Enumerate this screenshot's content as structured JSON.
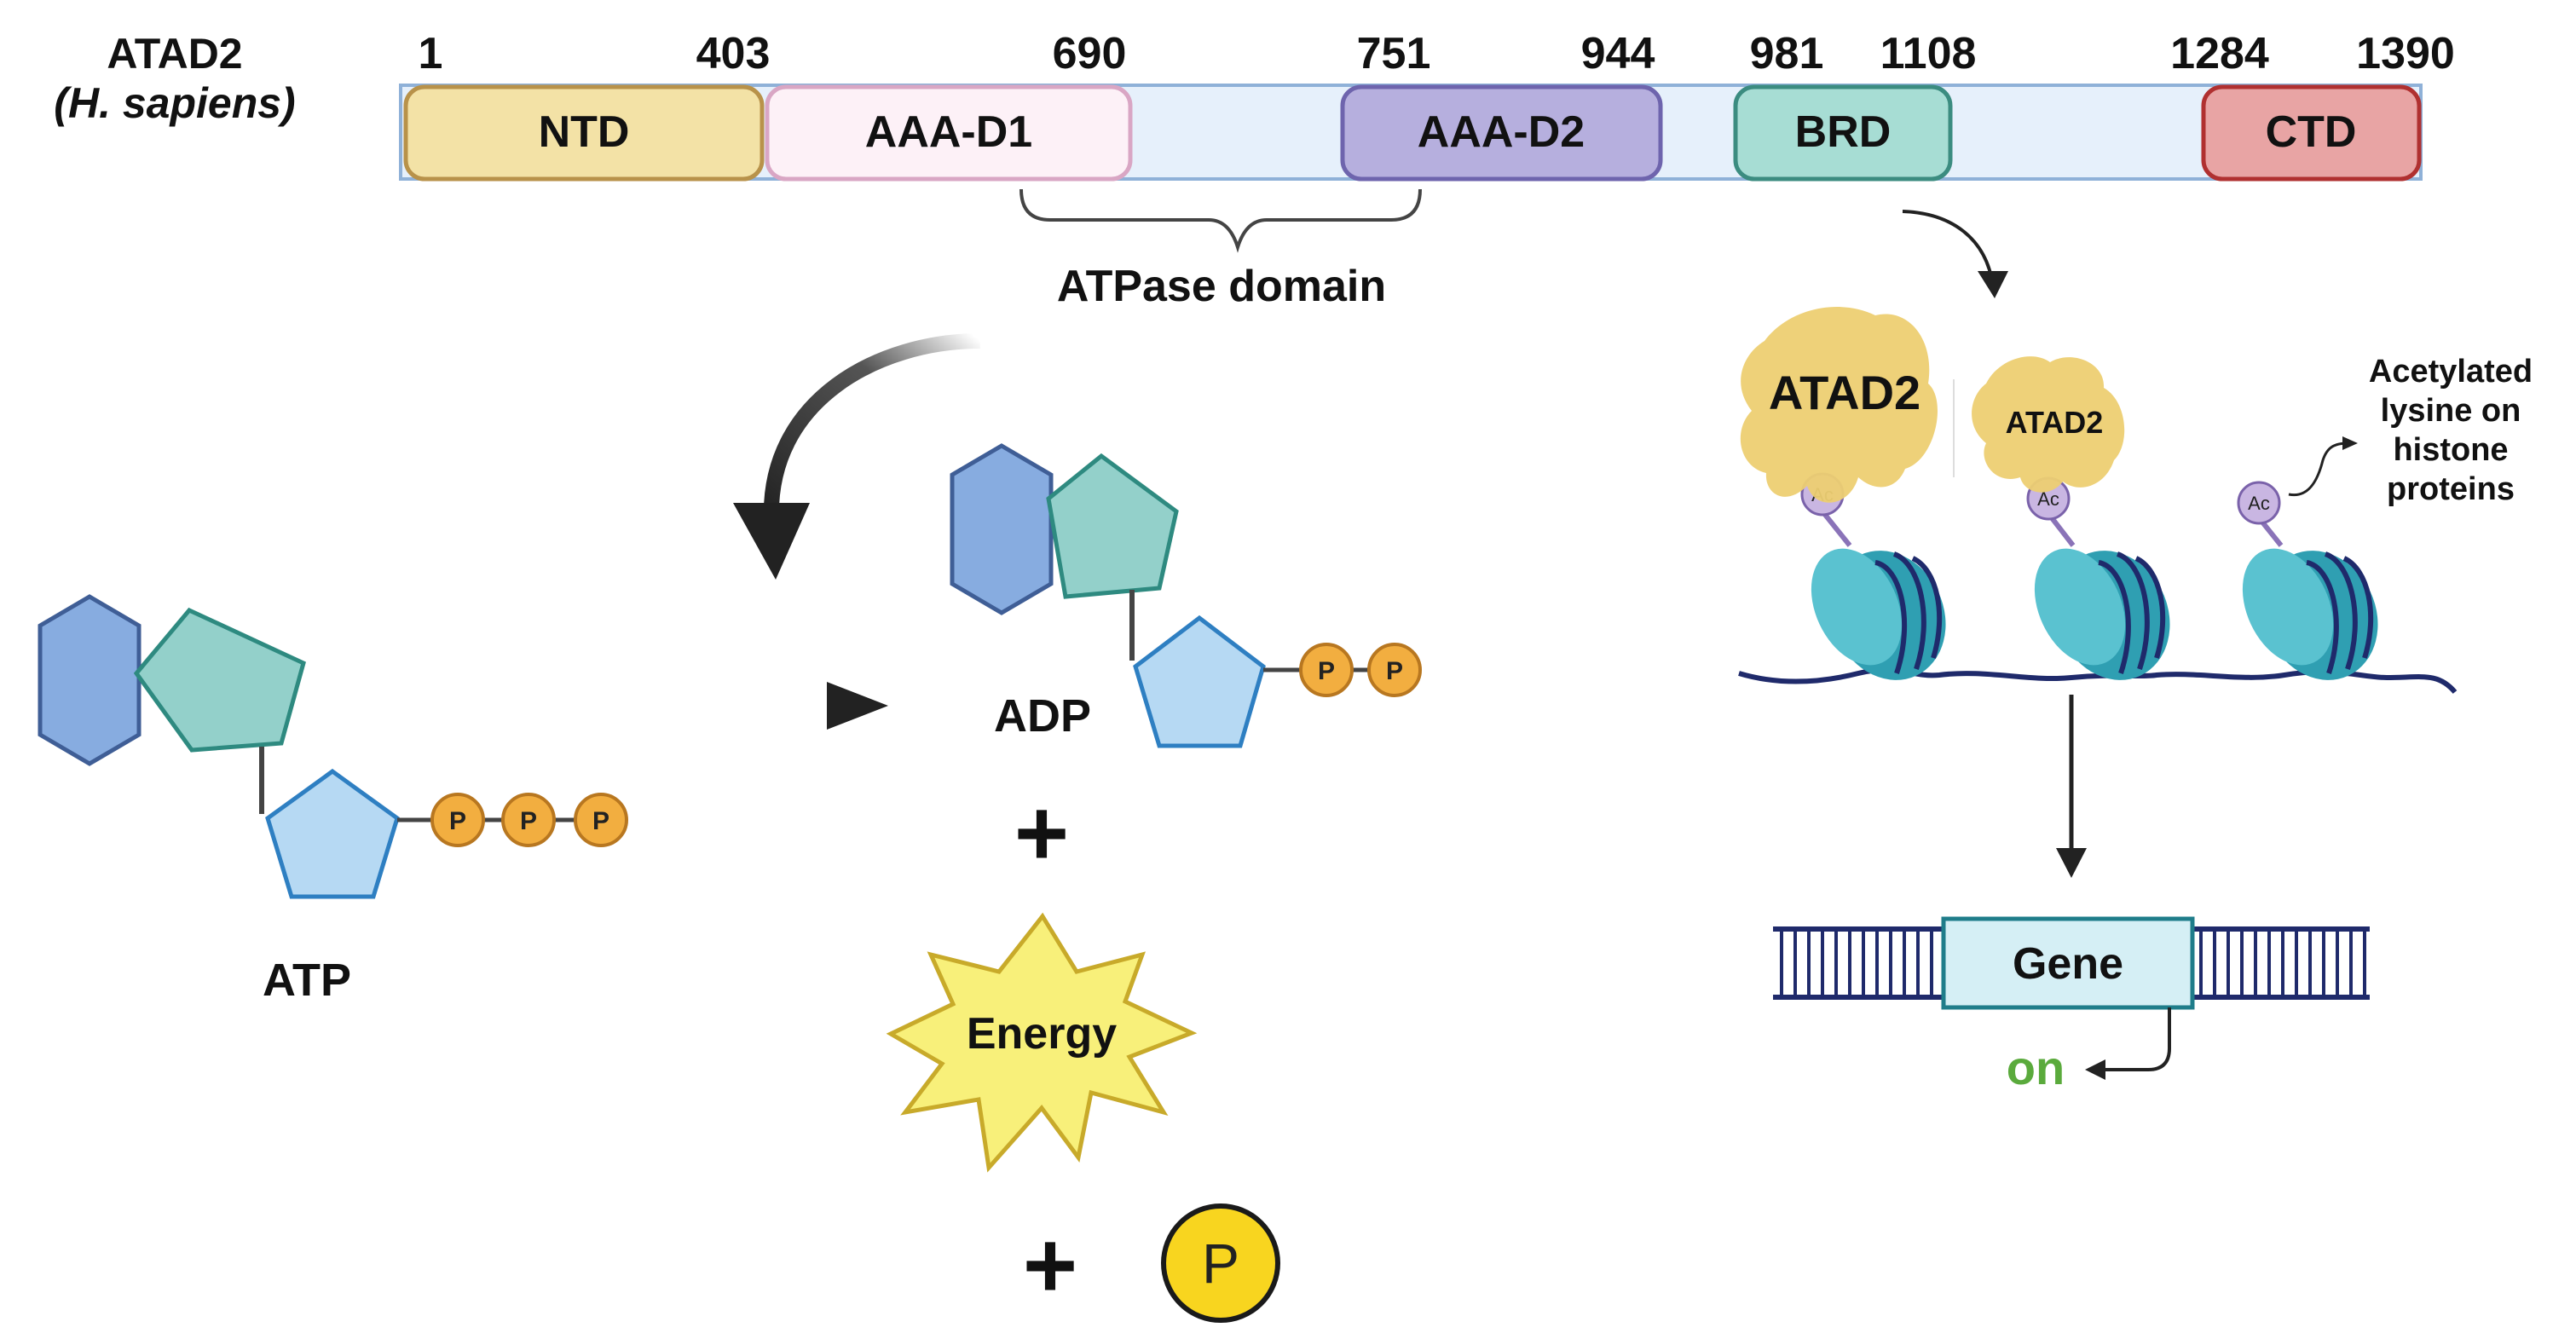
{
  "protein": {
    "name": "ATAD2",
    "species": "(H. sapiens)",
    "positions": [
      "1",
      "403",
      "690",
      "751",
      "944",
      "981",
      "1108",
      "1284",
      "1390"
    ],
    "domains": [
      {
        "label": "NTD",
        "fill": "#f3e2a6",
        "stroke": "#b8924a"
      },
      {
        "label": "AAA-D1",
        "fill": "#fdf1f7",
        "stroke": "#d9a6c4"
      },
      {
        "label": "AAA-D2",
        "fill": "#b6afde",
        "stroke": "#6e64ad"
      },
      {
        "label": "BRD",
        "fill": "#a7ddd4",
        "stroke": "#3b8c80"
      },
      {
        "label": "CTD",
        "fill": "#e8a4a4",
        "stroke": "#b03030"
      }
    ],
    "bracket_label": "ATPase domain"
  },
  "reaction": {
    "atp_label": "ATP",
    "adp_label": "ADP",
    "plus": "+",
    "energy_label": "Energy",
    "phosphate_label": "P"
  },
  "chromatin": {
    "reader_label": "ATAD2",
    "acetyl_label": "Ac",
    "annotation": [
      "Acetylated",
      "lysine on",
      "histone",
      "proteins"
    ],
    "gene_label": "Gene",
    "on_label": "on"
  },
  "colors": {
    "hexagon": "#87ace0",
    "pentagon_teal": "#93d0ca",
    "ribose": "#b6d9f3",
    "phosphate": "#f2ae40",
    "energy": "#f8f07a",
    "free_phosphate": "#f8d51f",
    "blob": "#edcf72",
    "nucleosome": "#5ac2d0",
    "dna": "#1f2a6b",
    "on_text": "#5aaa3c"
  }
}
